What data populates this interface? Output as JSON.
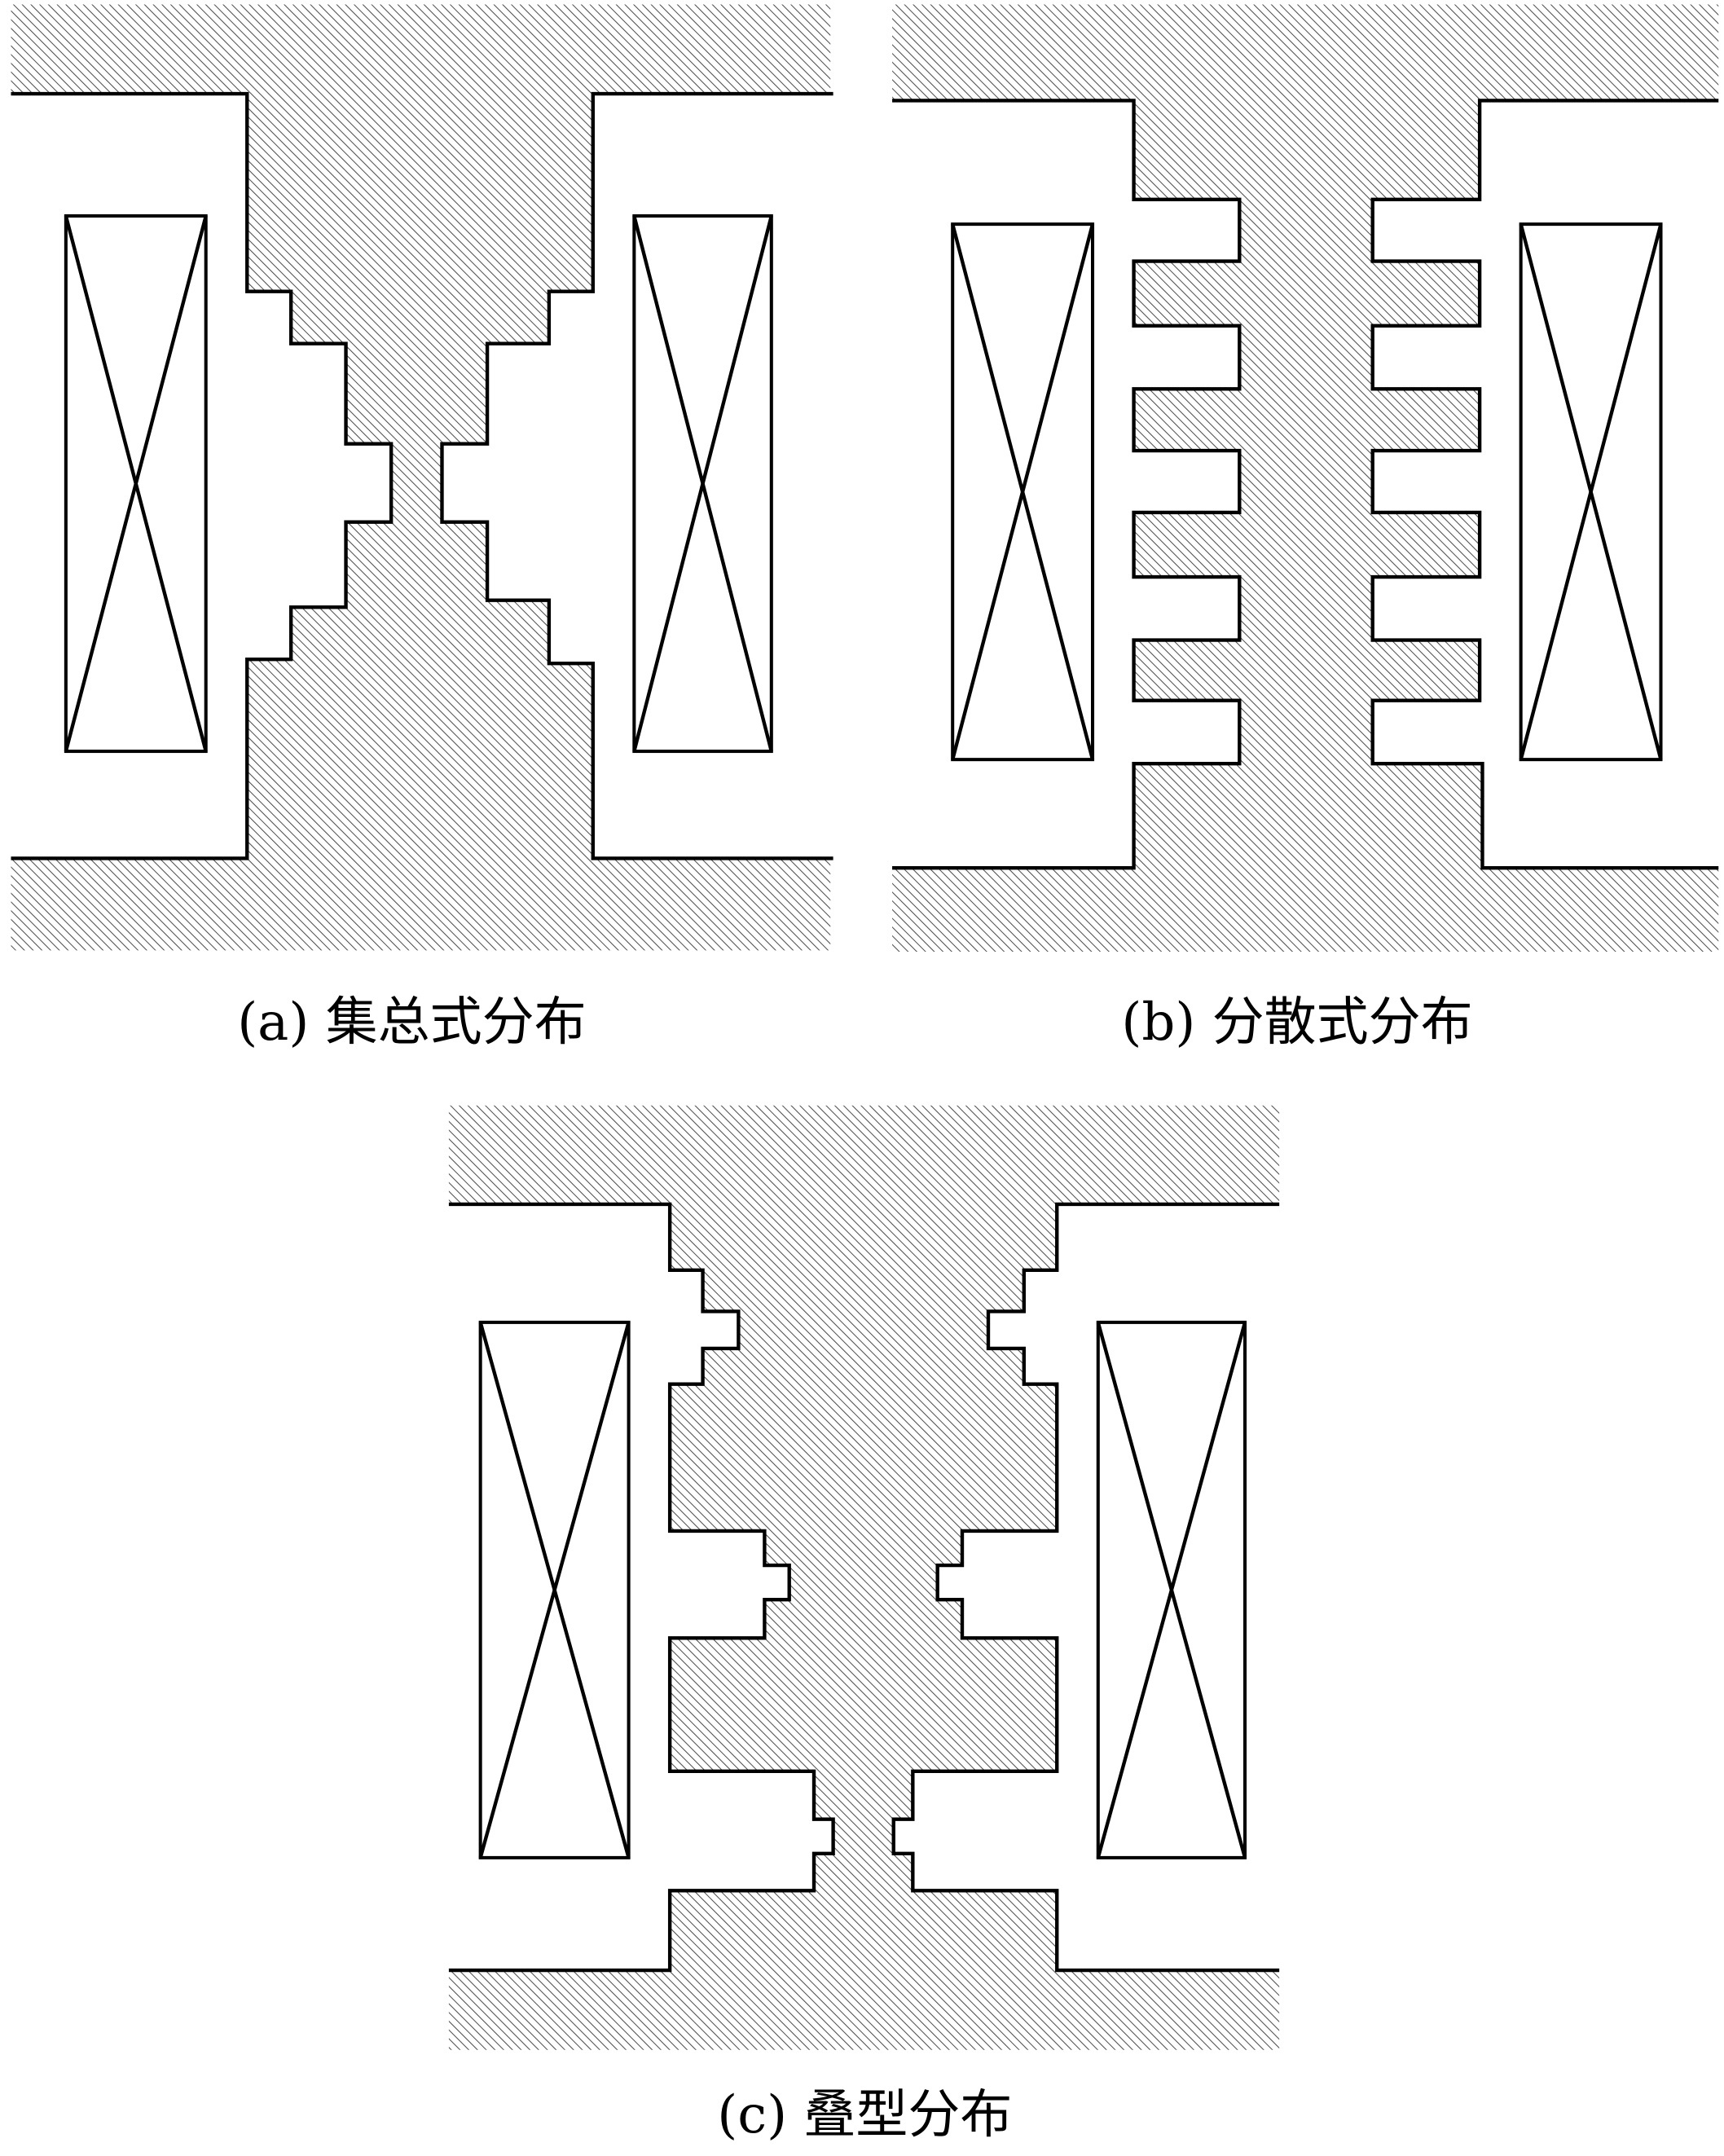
{
  "figure": {
    "panels": [
      {
        "id": "a",
        "caption": "(a) 集总式分布"
      },
      {
        "id": "b",
        "caption": "(b) 分散式分布"
      },
      {
        "id": "c",
        "caption": "(c) 叠型分布"
      }
    ],
    "colors": {
      "hatch": "#4a4a4a",
      "outline": "#000000",
      "background": "#ffffff"
    }
  }
}
